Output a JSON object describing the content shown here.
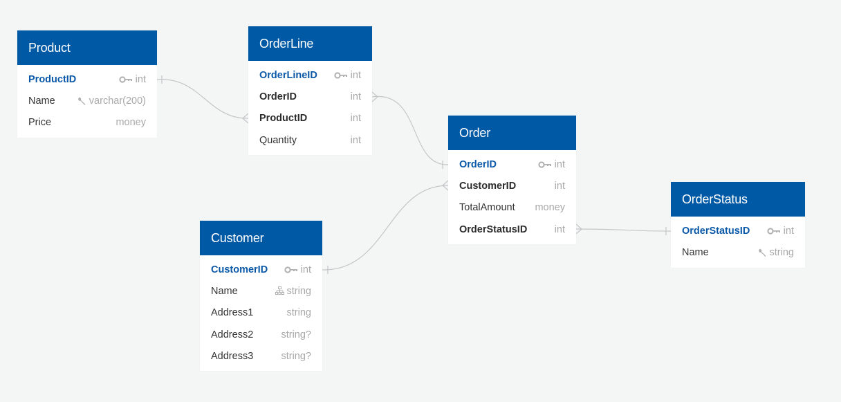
{
  "tables": {
    "product": {
      "name": "Product",
      "columns": [
        {
          "field": "ProductID",
          "type": "int",
          "kind": "pk",
          "icon": "key-icon"
        },
        {
          "field": "Name",
          "type": "varchar(200)",
          "kind": "normal",
          "icon": "wrench-icon"
        },
        {
          "field": "Price",
          "type": "money",
          "kind": "normal",
          "icon": ""
        }
      ]
    },
    "orderline": {
      "name": "OrderLine",
      "columns": [
        {
          "field": "OrderLineID",
          "type": "int",
          "kind": "pk",
          "icon": "key-icon"
        },
        {
          "field": "OrderID",
          "type": "int",
          "kind": "fk",
          "icon": ""
        },
        {
          "field": "ProductID",
          "type": "int",
          "kind": "fk",
          "icon": ""
        },
        {
          "field": "Quantity",
          "type": "int",
          "kind": "normal",
          "icon": ""
        }
      ]
    },
    "order": {
      "name": "Order",
      "columns": [
        {
          "field": "OrderID",
          "type": "int",
          "kind": "pk",
          "icon": "key-icon"
        },
        {
          "field": "CustomerID",
          "type": "int",
          "kind": "fk",
          "icon": ""
        },
        {
          "field": "TotalAmount",
          "type": "money",
          "kind": "normal",
          "icon": ""
        },
        {
          "field": "OrderStatusID",
          "type": "int",
          "kind": "fk",
          "icon": ""
        }
      ]
    },
    "orderstatus": {
      "name": "OrderStatus",
      "columns": [
        {
          "field": "OrderStatusID",
          "type": "int",
          "kind": "pk",
          "icon": "key-icon"
        },
        {
          "field": "Name",
          "type": "string",
          "kind": "normal",
          "icon": "wrench-icon"
        }
      ]
    },
    "customer": {
      "name": "Customer",
      "columns": [
        {
          "field": "CustomerID",
          "type": "int",
          "kind": "pk",
          "icon": "key-icon"
        },
        {
          "field": "Name",
          "type": "string",
          "kind": "normal",
          "icon": "hierarchy-icon"
        },
        {
          "field": "Address1",
          "type": "string",
          "kind": "normal",
          "icon": ""
        },
        {
          "field": "Address2",
          "type": "string?",
          "kind": "normal",
          "icon": ""
        },
        {
          "field": "Address3",
          "type": "string?",
          "kind": "normal",
          "icon": ""
        }
      ]
    }
  },
  "relationships": [
    {
      "from": "Product.ProductID",
      "to": "OrderLine.ProductID",
      "from_end": "one",
      "to_end": "many"
    },
    {
      "from": "OrderLine.OrderID",
      "to": "Order.OrderID",
      "from_end": "many",
      "to_end": "one"
    },
    {
      "from": "Customer.CustomerID",
      "to": "Order.CustomerID",
      "from_end": "one",
      "to_end": "many"
    },
    {
      "from": "Order.OrderStatusID",
      "to": "OrderStatus.OrderStatusID",
      "from_end": "many",
      "to_end": "one"
    }
  ],
  "colors": {
    "header_bg": "#0059a5",
    "header_text": "#ffffff",
    "pk_text": "#0a58a8",
    "type_text": "#a8a8a8",
    "connector": "#c4c6c8",
    "canvas_bg": "#f4f5f5"
  }
}
